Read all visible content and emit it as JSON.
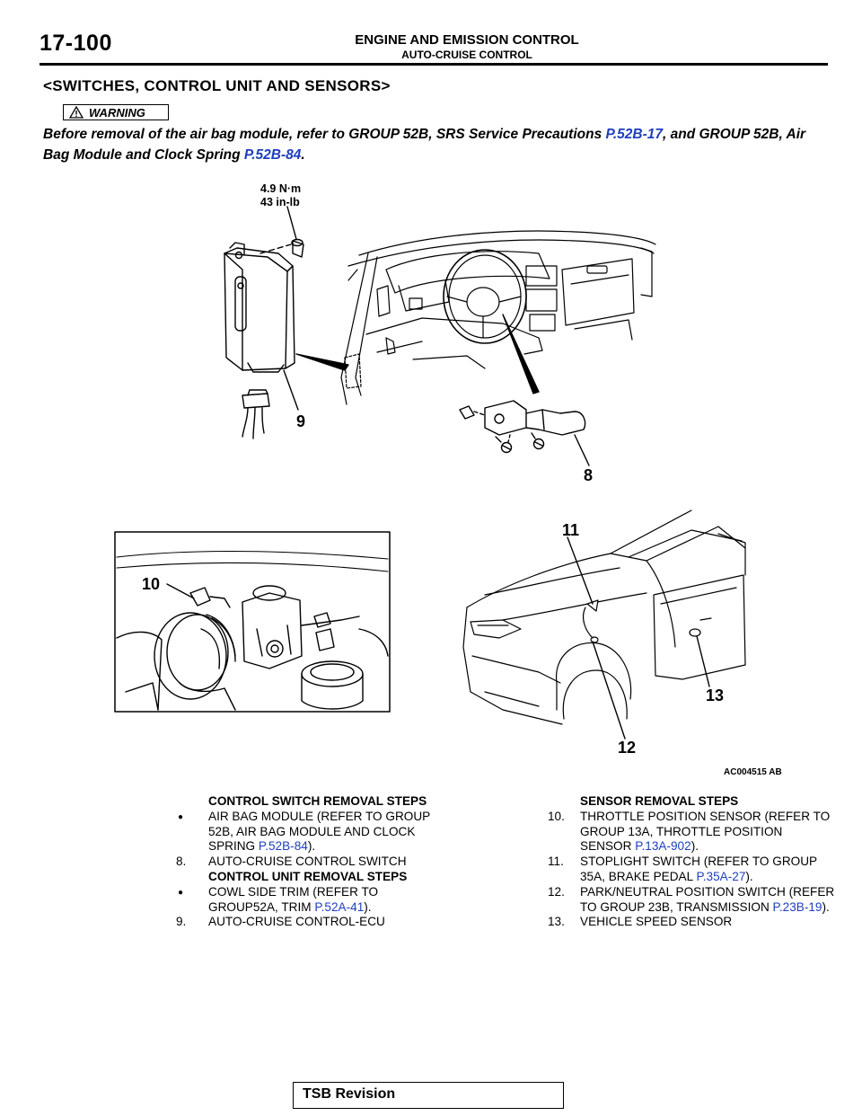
{
  "header": {
    "page_number": "17-100",
    "title": "ENGINE AND EMISSION CONTROL",
    "subtitle": "AUTO-CRUISE CONTROL"
  },
  "heading": "<SWITCHES, CONTROL UNIT AND SENSORS>",
  "warning": {
    "label": "WARNING",
    "text_1": "Before removal of the air bag module, refer to GROUP 52B, SRS Service Precautions ",
    "link_1": "P.52B-17",
    "text_2": ", and GROUP 52B, Air Bag Module and Clock Spring ",
    "link_2": "P.52B-84",
    "text_3": "."
  },
  "figure": {
    "torque_line1": "4.9 N·m",
    "torque_line2": "43 in-lb",
    "callout_9": "9",
    "callout_8": "8",
    "callout_10": "10",
    "callout_11": "11",
    "callout_12": "12",
    "callout_13": "13",
    "figure_id": "AC004515 AB"
  },
  "left_column": {
    "h1": "CONTROL SWITCH REMOVAL STEPS",
    "b1_text": "AIR BAG MODULE (REFER TO GROUP 52B, AIR BAG MODULE AND CLOCK SPRING ",
    "b1_link": "P.52B-84",
    "b1_end": ").",
    "s8_num": "8.",
    "s8_text": "AUTO-CRUISE CONTROL SWITCH",
    "h2": "CONTROL UNIT REMOVAL STEPS",
    "b2_text": "COWL SIDE TRIM (REFER TO GROUP52A, TRIM ",
    "b2_link": "P.52A-41",
    "b2_end": ").",
    "s9_num": "9.",
    "s9_text": "AUTO-CRUISE CONTROL-ECU"
  },
  "right_column": {
    "h1": "SENSOR REMOVAL STEPS",
    "s10_num": "10.",
    "s10_text": "THROTTLE POSITION SENSOR (REFER TO GROUP 13A, THROTTLE POSITION SENSOR ",
    "s10_link": "P.13A-902",
    "s10_end": ").",
    "s11_num": "11.",
    "s11_text": "STOPLIGHT SWITCH (REFER TO GROUP 35A, BRAKE PEDAL ",
    "s11_link": "P.35A-27",
    "s11_end": ").",
    "s12_num": "12.",
    "s12_text": "PARK/NEUTRAL POSITION SWITCH (REFER TO GROUP 23B, TRANSMISSION ",
    "s12_link": "P.23B-19",
    "s12_end": ").",
    "s13_num": "13.",
    "s13_text": "VEHICLE SPEED SENSOR"
  },
  "footer": {
    "label": "TSB Revision"
  }
}
